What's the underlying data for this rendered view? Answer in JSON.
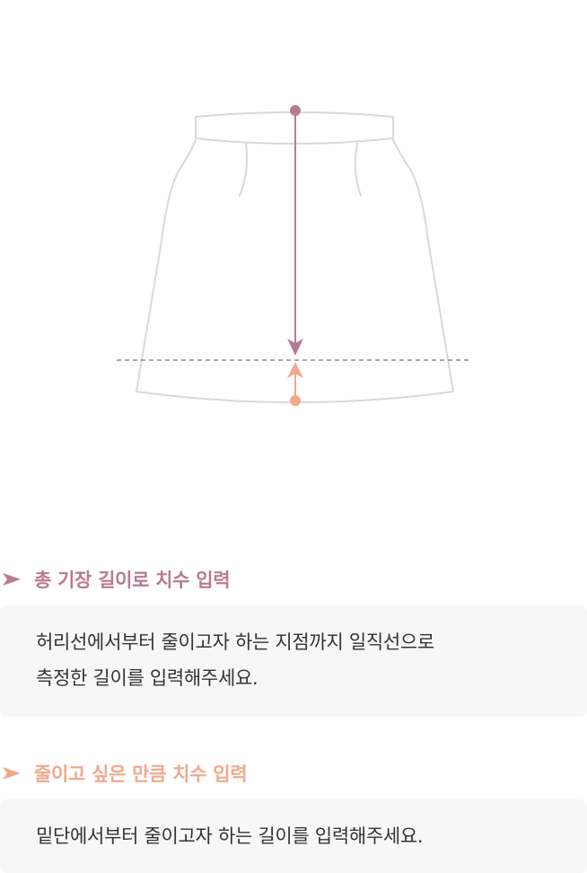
{
  "colors": {
    "total_accent": "#b87a93",
    "reduce_accent": "#f0a98c",
    "outline": "#d9d9d9",
    "dashed": "#8a8a8a",
    "box_bg": "#f7f7f7",
    "text": "#333333"
  },
  "illustration": {
    "garment": "skirt-outline-icon",
    "total_marker": "arrow-down-icon",
    "reduce_marker": "arrow-up-icon"
  },
  "guides": {
    "total": {
      "icon": "triangle-right-icon",
      "title": "총 기장 길이로 치수 입력",
      "desc_line1": "허리선에서부터 줄이고자 하는 지점까지 일직선으로",
      "desc_line2": "측정한 길이를 입력해주세요."
    },
    "reduce": {
      "icon": "triangle-right-icon",
      "title": "줄이고 싶은 만큼 치수 입력",
      "desc_line1": "밑단에서부터 줄이고자 하는 길이를 입력해주세요."
    }
  }
}
